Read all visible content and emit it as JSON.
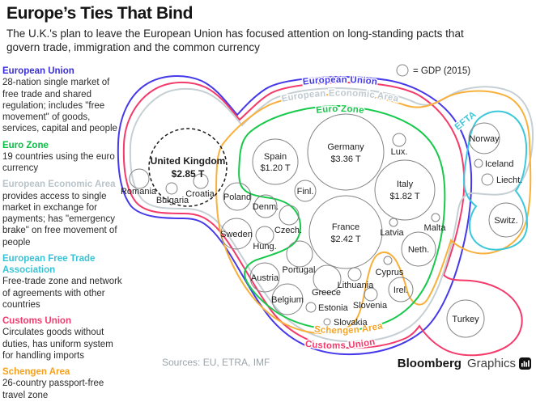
{
  "header": {
    "title": "Europe’s Ties That Bind",
    "subtitle": "The U.K.'s plan to leave the European Union has focused attention on long-standing pacts that govern trade, immigration and the common currency"
  },
  "legend": {
    "label": "= GDP (2015)"
  },
  "sidebar": {
    "items": [
      {
        "name": "European Union",
        "desc": "28-nation single market of free trade and shared regulation; includes \"free movement\" of goods, services, capital and people"
      },
      {
        "name": "Euro Zone",
        "desc": "19 countries using the euro currency"
      },
      {
        "name": "European Economic Area",
        "desc": "provides access to single market in exchange for payments; has \"emergency brake\" on free movement of people"
      },
      {
        "name": "European Free Trade Association",
        "desc": "Free-trade zone and network of agreements with other countries"
      },
      {
        "name": "Customs Union",
        "desc": "Circulates goods without duties, has uniform system for handling imports"
      },
      {
        "name": "Schengen Area",
        "desc": "26-country passport-free travel zone"
      }
    ]
  },
  "rings": {
    "eu": "European Union",
    "eea": "European Economic Area",
    "eurozone": "Euro Zone",
    "efta": "EFTA",
    "schengen": "Schengen Area",
    "customs": "Customs Union"
  },
  "countries": {
    "uk": {
      "label": "United Kingdom",
      "value": "$2.85 T"
    },
    "germany": {
      "label": "Germany",
      "value": "$3.36 T"
    },
    "france": {
      "label": "France",
      "value": "$2.42 T"
    },
    "italy": {
      "label": "Italy",
      "value": "$1.82 T"
    },
    "spain": {
      "label": "Spain",
      "value": "$1.20 T"
    },
    "romania": {
      "label": "Romania"
    },
    "bulgaria": {
      "label": "Bulgaria"
    },
    "croatia": {
      "label": "Croatia"
    },
    "poland": {
      "label": "Poland"
    },
    "finland": {
      "label": "Finl."
    },
    "denmark": {
      "label": "Denm."
    },
    "sweden": {
      "label": "Sweden"
    },
    "czech": {
      "label": "Czech."
    },
    "hungary": {
      "label": "Hung."
    },
    "austria": {
      "label": "Austria"
    },
    "portugal": {
      "label": "Portugal"
    },
    "belgium": {
      "label": "Belgium"
    },
    "greece": {
      "label": "Greece"
    },
    "estonia": {
      "label": "Estonia"
    },
    "slovakia": {
      "label": "Slovakia"
    },
    "lithuania": {
      "label": "Lithuania"
    },
    "slovenia": {
      "label": "Slovenia"
    },
    "cyprus": {
      "label": "Cyprus"
    },
    "ireland": {
      "label": "Irel."
    },
    "luxembourg": {
      "label": "Lux."
    },
    "latvia": {
      "label": "Latvia"
    },
    "malta": {
      "label": "Malta"
    },
    "netherlands": {
      "label": "Neth."
    },
    "norway": {
      "label": "Norway"
    },
    "iceland": {
      "label": "Iceland"
    },
    "liechtenstein": {
      "label": "Liecht."
    },
    "switzerland": {
      "label": "Switz."
    },
    "turkey": {
      "label": "Turkey"
    }
  },
  "footer": {
    "sources": "Sources: EU, ETRA, IMF",
    "brand_bold": "Bloomberg",
    "brand_light": "Graphics"
  },
  "colors": {
    "eu_blue": "#4539ea",
    "customs_pink": "#f43a6a",
    "eea_gray": "#c6cfd4",
    "schengen_yellow": "#f9b03a",
    "eurozone_green": "#17c94b",
    "efta_teal": "#3cc8da"
  },
  "chart_data": {
    "type": "bubble",
    "title": "Europe's Ties That Bind",
    "bubble_sizing": "GDP (2015)",
    "labeled_values_trillions_usd": {
      "United Kingdom": 2.85,
      "Germany": 3.36,
      "France": 2.42,
      "Italy": 1.82,
      "Spain": 1.2
    },
    "groups": {
      "European Union": [
        "United Kingdom",
        "Romania",
        "Bulgaria",
        "Croatia",
        "Poland",
        "Denmark",
        "Sweden",
        "Czech Rep.",
        "Hungary",
        "Spain",
        "Germany",
        "France",
        "Italy",
        "Finland",
        "Luxembourg",
        "Latvia",
        "Malta",
        "Netherlands",
        "Cyprus",
        "Ireland",
        "Austria",
        "Portugal",
        "Belgium",
        "Greece",
        "Estonia",
        "Slovakia",
        "Lithuania",
        "Slovenia"
      ],
      "Euro Zone": [
        "Spain",
        "Germany",
        "France",
        "Italy",
        "Finland",
        "Luxembourg",
        "Latvia",
        "Malta",
        "Netherlands",
        "Cyprus",
        "Ireland",
        "Austria",
        "Portugal",
        "Belgium",
        "Greece",
        "Estonia",
        "Slovakia",
        "Lithuania",
        "Slovenia"
      ],
      "European Economic Area": [
        "All European Union members",
        "Norway",
        "Iceland",
        "Liechtenstein"
      ],
      "EFTA": [
        "Norway",
        "Iceland",
        "Liechtenstein",
        "Switzerland"
      ],
      "Schengen Area": [
        "Poland",
        "Denmark",
        "Sweden",
        "Czech Rep.",
        "Hungary",
        "Spain",
        "Germany",
        "France",
        "Italy",
        "Finland",
        "Luxembourg",
        "Latvia",
        "Malta",
        "Netherlands",
        "Austria",
        "Portugal",
        "Belgium",
        "Greece",
        "Estonia",
        "Slovakia",
        "Lithuania",
        "Slovenia",
        "Norway",
        "Iceland",
        "Liechtenstein",
        "Switzerland"
      ],
      "Customs Union": [
        "All European Union members",
        "Turkey"
      ]
    }
  }
}
